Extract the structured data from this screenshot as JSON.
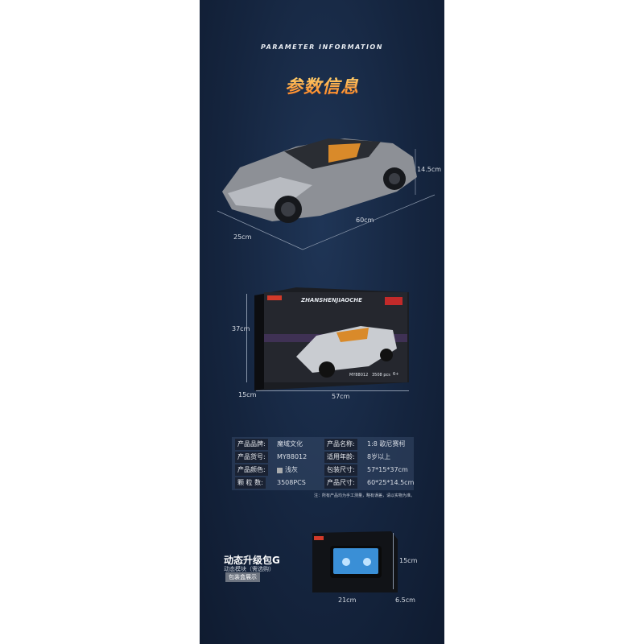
{
  "header": {
    "en_title": "PARAMETER INFORMATION",
    "cn_title": "参数信息"
  },
  "car_dimensions": {
    "height": "14.5cm",
    "length": "60cm",
    "width": "25cm"
  },
  "box": {
    "brand_text": "ZHANSHENJIAOCHE",
    "model": "MY88012",
    "pieces": "3508 pcs",
    "age": "6+",
    "height": "37cm",
    "depth": "15cm",
    "width": "57cm"
  },
  "specs": [
    {
      "label": "产品品牌:",
      "value": "魔域文化",
      "label2": "产品名称:",
      "value2": "1:8 歌尼赛柯"
    },
    {
      "label": "产品货号:",
      "value": "MY88012",
      "label2": "适用年龄:",
      "value2": "8岁以上"
    },
    {
      "label": "产品颜色:",
      "value": "浅灰",
      "label2": "包装尺寸:",
      "value2": "57*15*37cm"
    },
    {
      "label": "颗 粒 数:",
      "value": "3508PCS",
      "label2": "产品尺寸:",
      "value2": "60*25*14.5cm"
    }
  ],
  "color_swatch": "#a9abad",
  "note": "注：所有产品均为手工测量，略有误差，请以实物为准。",
  "upgrade": {
    "title": "动态升级包G",
    "subtitle": "动态模块（需选购）",
    "button": "包装盒展示",
    "height": "15cm",
    "width": "21cm",
    "depth": "6.5cm"
  },
  "colors": {
    "background": "#15253f",
    "accent": "#ff8a1f"
  }
}
